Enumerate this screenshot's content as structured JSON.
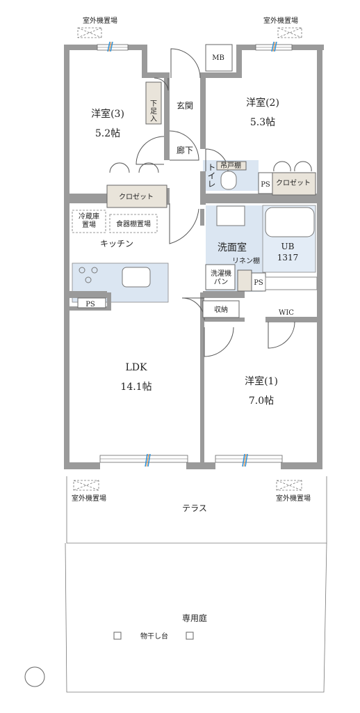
{
  "outdoor_units": [
    "室外機置場",
    "室外機置場",
    "室外機置場",
    "室外機置場"
  ],
  "rooms": {
    "western3": {
      "name": "洋室(3)",
      "size": "5.2帖"
    },
    "western2": {
      "name": "洋室(2)",
      "size": "5.3帖"
    },
    "western1": {
      "name": "洋室(1)",
      "size": "7.0帖"
    },
    "ldk": {
      "name": "LDK",
      "size": "14.1帖"
    },
    "kitchen": "キッチン",
    "entrance": "玄関",
    "hallway": "廊下",
    "toilet": "トイレ",
    "washroom": "洗面室",
    "bath": {
      "name": "UB",
      "size": "1317"
    },
    "wic": "WIC",
    "terrace": "テラス",
    "garden": "専用庭"
  },
  "fixtures": {
    "mb": "MB",
    "shoe_box": [
      "下",
      "足",
      "入"
    ],
    "closet_left": "クロゼット",
    "closet_right": "クロゼット",
    "hanging_shelf": "吊戸棚",
    "ps_toilet": "PS",
    "ps_wash": "PS",
    "ps_kitchen": "PS",
    "fridge": [
      "冷蔵庫",
      "置場"
    ],
    "dish_shelf": "食器棚置場",
    "linen_shelf": "リネン棚",
    "washer": [
      "洗濯機",
      "パン"
    ],
    "storage": "収納",
    "laundry_stand": "物干し台"
  }
}
